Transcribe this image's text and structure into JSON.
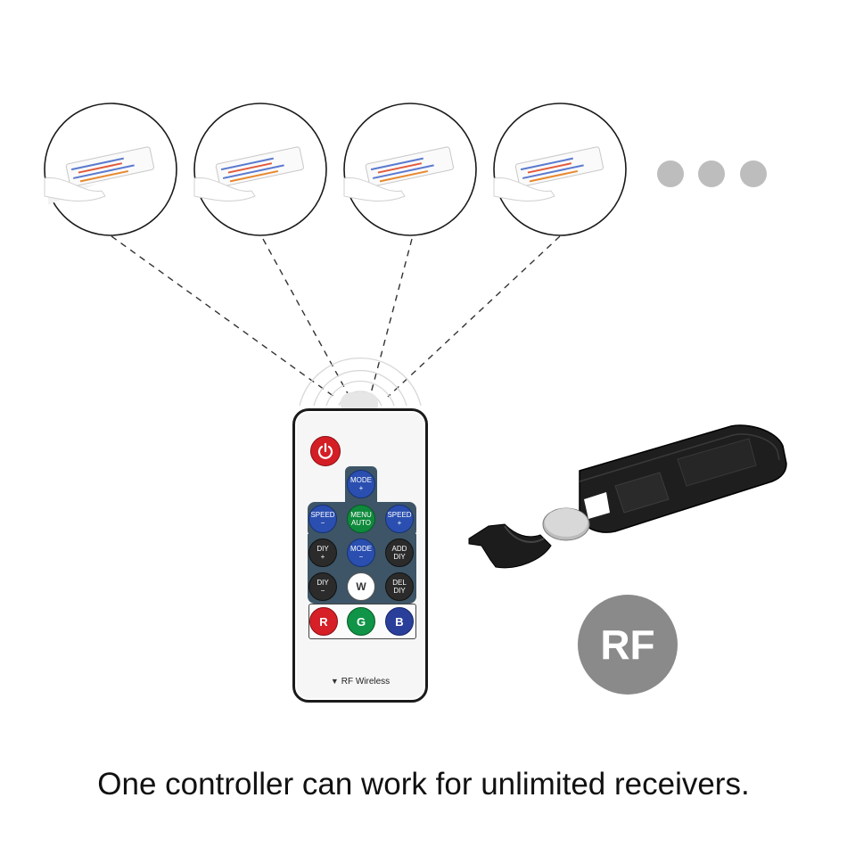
{
  "remote": {
    "buttons": [
      {
        "id": "mode-plus",
        "label1": "MODE",
        "label2": "+"
      },
      {
        "id": "speed-minus",
        "label1": "SPEED",
        "label2": "−"
      },
      {
        "id": "menu-auto",
        "label1": "MENU",
        "label2": "AUTO"
      },
      {
        "id": "speed-plus",
        "label1": "SPEED",
        "label2": "+"
      },
      {
        "id": "diy-plus",
        "label1": "DIY",
        "label2": "+"
      },
      {
        "id": "mode-minus",
        "label1": "MODE",
        "label2": "−"
      },
      {
        "id": "add-diy",
        "label1": "ADD",
        "label2": "DIY"
      },
      {
        "id": "diy-minus",
        "label1": "DIY",
        "label2": "−"
      },
      {
        "id": "white",
        "label1": "W",
        "label2": ""
      },
      {
        "id": "del-diy",
        "label1": "DEL",
        "label2": "DIY"
      },
      {
        "id": "red",
        "label1": "R",
        "label2": ""
      },
      {
        "id": "green",
        "label1": "G",
        "label2": ""
      },
      {
        "id": "blue",
        "label1": "B",
        "label2": ""
      }
    ],
    "footer_label": "RF Wireless"
  },
  "badge": {
    "text": "RF"
  },
  "caption": "One controller can work for unlimited receivers.",
  "receivers": {
    "count_shown": 4,
    "more_dots": 3
  },
  "colors": {
    "dots": "#bdbdbd",
    "badge": "#8a8a8a",
    "power": "#d41e25",
    "panel": "#3d5566"
  }
}
